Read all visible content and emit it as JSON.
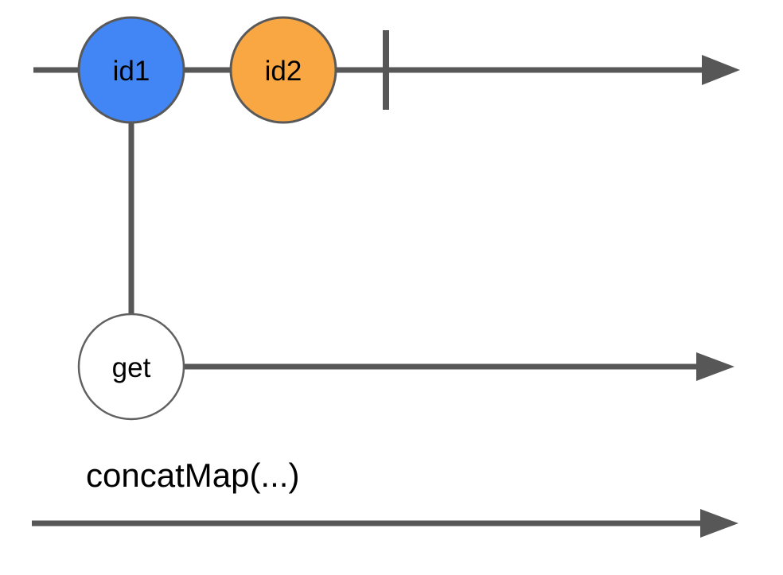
{
  "diagram": {
    "operator_label": "concatMap(...)",
    "source_stream": {
      "marble1": {
        "label": "id1",
        "color": "#4285F4"
      },
      "marble2": {
        "label": "id2",
        "color": "#F9A743"
      },
      "completed": true
    },
    "inner_stream": {
      "marble1": {
        "label": "get",
        "color": "#FFFFFF"
      }
    },
    "colors": {
      "line": "#575757",
      "marble_stroke": "#595959",
      "label_text": "#000000"
    }
  }
}
